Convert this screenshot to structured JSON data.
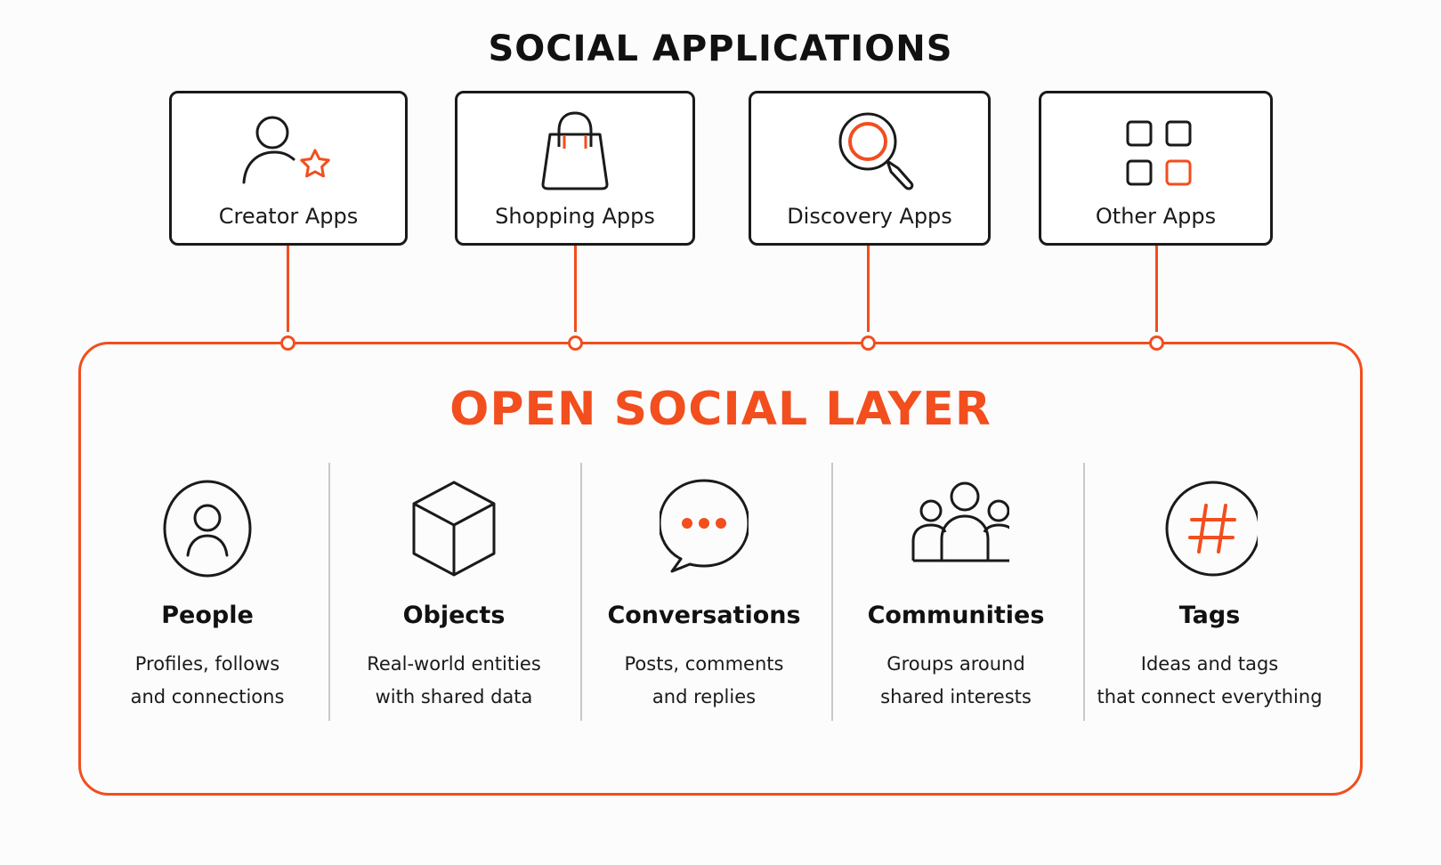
{
  "header": {
    "title": "SOCIAL APPLICATIONS"
  },
  "apps": [
    {
      "label": "Creator Apps",
      "icon": "person-star-icon"
    },
    {
      "label": "Shopping Apps",
      "icon": "shopping-bag-icon"
    },
    {
      "label": "Discovery Apps",
      "icon": "magnifier-icon"
    },
    {
      "label": "Other Apps",
      "icon": "app-grid-icon"
    }
  ],
  "layer": {
    "title": "OPEN SOCIAL LAYER",
    "features": [
      {
        "name": "People",
        "icon": "person-circle-icon",
        "desc": [
          "Profiles, follows",
          "and connections"
        ]
      },
      {
        "name": "Objects",
        "icon": "cube-icon",
        "desc": [
          "Real-world entities",
          "with shared data"
        ]
      },
      {
        "name": "Conversations",
        "icon": "chat-bubble-icon",
        "desc": [
          "Posts, comments",
          "and replies"
        ]
      },
      {
        "name": "Communities",
        "icon": "group-icon",
        "desc": [
          "Groups around",
          "shared interests"
        ]
      },
      {
        "name": "Tags",
        "icon": "hashtag-icon",
        "desc": [
          "Ideas and tags",
          "that connect everything"
        ]
      }
    ]
  },
  "colors": {
    "accent": "#f24e1e",
    "ink": "#1a1a1a",
    "divider": "#c8c8c8"
  }
}
